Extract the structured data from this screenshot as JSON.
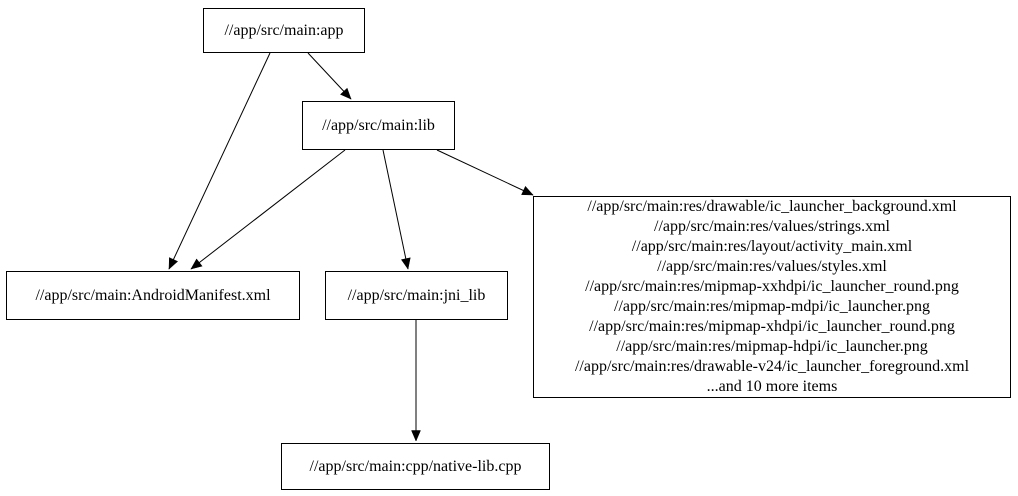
{
  "diagram": {
    "kind": "dependency-graph",
    "background_color": "#ffffff",
    "node_fill_color": "#ffffff",
    "node_border_color": "#000000",
    "edge_color": "#000000",
    "text_color": "#000000"
  },
  "nodes": {
    "app": {
      "label": "//app/src/main:app"
    },
    "lib": {
      "label": "//app/src/main:lib"
    },
    "android_manifest": {
      "label": "//app/src/main:AndroidManifest.xml"
    },
    "jni_lib": {
      "label": "//app/src/main:jni_lib"
    },
    "native_lib": {
      "label": "//app/src/main:cpp/native-lib.cpp"
    },
    "res_list": {
      "lines": [
        "//app/src/main:res/drawable/ic_launcher_background.xml",
        "//app/src/main:res/values/strings.xml",
        "//app/src/main:res/layout/activity_main.xml",
        "//app/src/main:res/values/styles.xml",
        "//app/src/main:res/mipmap-xxhdpi/ic_launcher_round.png",
        "//app/src/main:res/mipmap-mdpi/ic_launcher.png",
        "//app/src/main:res/mipmap-xhdpi/ic_launcher_round.png",
        "//app/src/main:res/mipmap-hdpi/ic_launcher.png",
        "//app/src/main:res/drawable-v24/ic_launcher_foreground.xml",
        "...and 10 more items"
      ]
    }
  },
  "edges": [
    {
      "from": "//app/src/main:app",
      "to": "//app/src/main:lib"
    },
    {
      "from": "//app/src/main:app",
      "to": "//app/src/main:AndroidManifest.xml"
    },
    {
      "from": "//app/src/main:lib",
      "to": "//app/src/main:AndroidManifest.xml"
    },
    {
      "from": "//app/src/main:lib",
      "to": "//app/src/main:jni_lib"
    },
    {
      "from": "//app/src/main:lib",
      "to": "res-file-list"
    },
    {
      "from": "//app/src/main:jni_lib",
      "to": "//app/src/main:cpp/native-lib.cpp"
    }
  ]
}
